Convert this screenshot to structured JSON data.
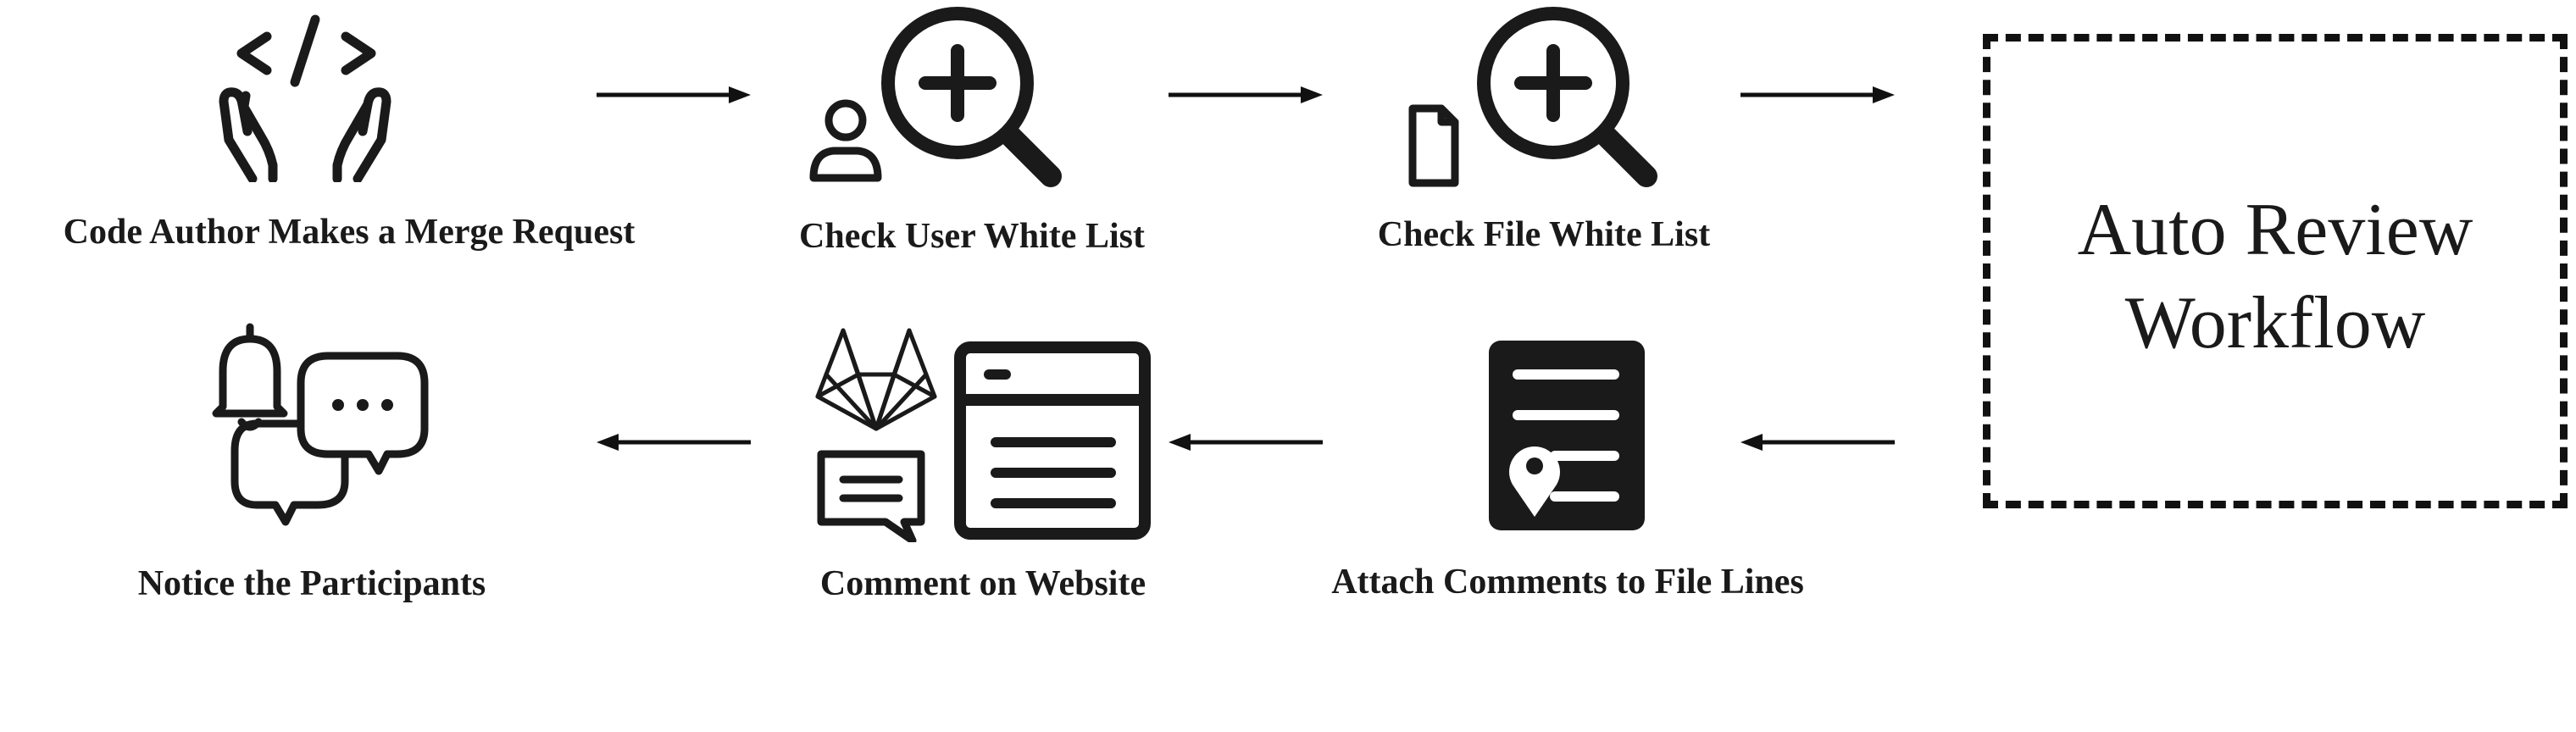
{
  "steps": {
    "code_author": "Code Author Makes a Merge Request",
    "user_whitelist": "Check User White List",
    "file_whitelist": "Check File White List",
    "attach_comments": "Attach Comments to File Lines",
    "comment_website": "Comment on Website",
    "notice": "Notice the Participants"
  },
  "workflow_box": {
    "line1": "Auto Review",
    "line2": "Workflow"
  },
  "icons": {
    "code_author": "code-hands-icon",
    "user_whitelist": "user-search-icon",
    "file_whitelist": "file-search-icon",
    "attach_comments": "document-location-icon",
    "comment_website": "gitlab-comment-browser-icon",
    "notice": "bell-chat-icon"
  },
  "colors": {
    "ink": "#1a1a1a",
    "paper": "#ffffff"
  }
}
